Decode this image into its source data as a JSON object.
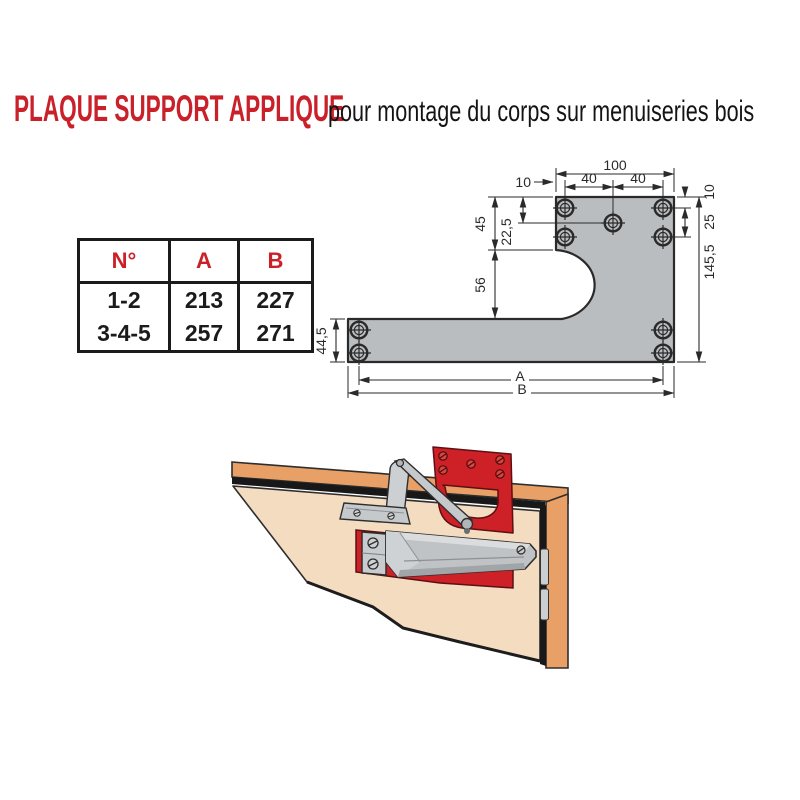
{
  "title": {
    "brand": "PLAQUE SUPPORT APPLIQUE",
    "description": "pour montage du corps sur menuiseries bois"
  },
  "colors": {
    "accent_red": "#c9202a",
    "plate_gray": "#babdc0",
    "line_dark": "#2a2a2a",
    "wood_orange": "#e9a066",
    "door_beige": "#f4dcc0",
    "metal_gray": "#c0c3c6",
    "plate_red": "#ce2127"
  },
  "spec_table": {
    "headers": [
      "N°",
      "A",
      "B"
    ],
    "rows": [
      [
        "1-2",
        "213",
        "227"
      ],
      [
        "3-4-5",
        "257",
        "271"
      ]
    ]
  },
  "drawing": {
    "dim_top_width": "100",
    "dim_edge_offset": "10",
    "dim_hole_span_left": "40",
    "dim_hole_span_right": "40",
    "dim_top_to_notch": "45",
    "dim_center_hole_offset": "22,5",
    "dim_notch_depth": "56",
    "dim_strip_height": "44,5",
    "dim_top_to_hole_row": "10",
    "dim_hole_row_spacing": "25",
    "dim_total_height": "145,5",
    "dim_length_a": "A",
    "dim_length_b": "B"
  }
}
